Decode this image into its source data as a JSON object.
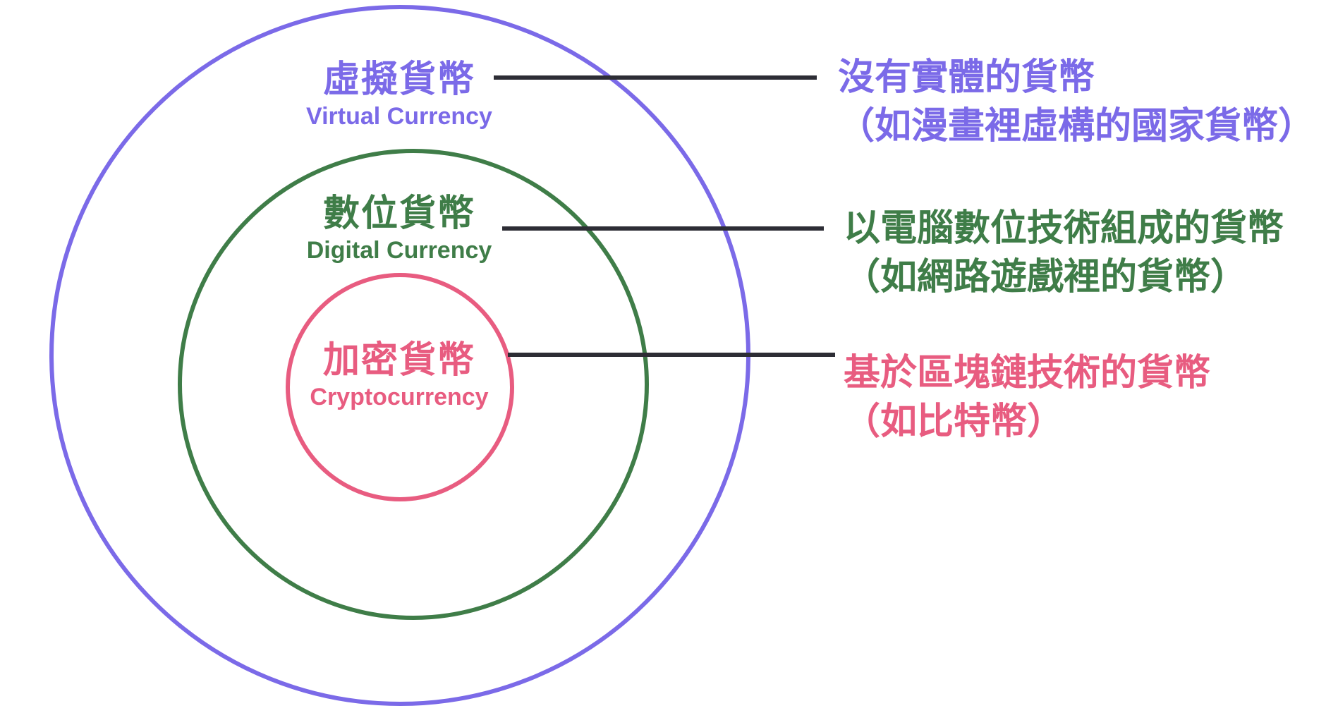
{
  "diagram": {
    "type": "nested-circles",
    "connector_color": "#2D2D35",
    "rings": [
      {
        "id": "virtual-currency",
        "name_zh": "虛擬貨幣",
        "name_en": "Virtual Currency",
        "color": "#7B6AE8",
        "desc_line1": "沒有實體的貨幣",
        "desc_line2": "（如漫畫裡虛構的國家貨幣）"
      },
      {
        "id": "digital-currency",
        "name_zh": "數位貨幣",
        "name_en": "Digital Currency",
        "color": "#3F7D48",
        "desc_line1": "以電腦數位技術組成的貨幣",
        "desc_line2": "（如網路遊戲裡的貨幣）"
      },
      {
        "id": "cryptocurrency",
        "name_zh": "加密貨幣",
        "name_en": "Cryptocurrency",
        "color": "#E85C80",
        "desc_line1": "基於區塊鏈技術的貨幣",
        "desc_line2": "（如比特幣）"
      }
    ]
  }
}
